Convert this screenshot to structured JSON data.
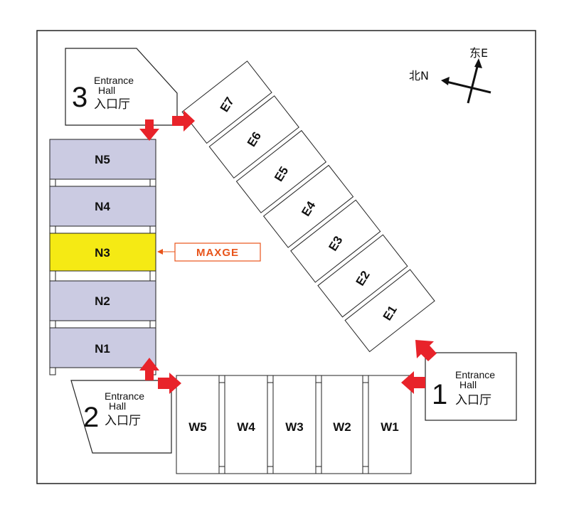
{
  "map": {
    "north_halls": [
      "N5",
      "N4",
      "N3",
      "N2",
      "N1"
    ],
    "highlighted_hall": "N3",
    "west_halls": [
      "W5",
      "W4",
      "W3",
      "W2",
      "W1"
    ],
    "east_halls": [
      "E7",
      "E6",
      "E5",
      "E4",
      "E3",
      "E2",
      "E1"
    ],
    "brand_label": "MAXGE",
    "entrances": [
      {
        "number": "1",
        "word_1": "Entrance",
        "word_2": "Hall",
        "chinese": "入口厅"
      },
      {
        "number": "2",
        "word_1": "Entrance",
        "word_2": "Hall",
        "chinese": "入口厅"
      },
      {
        "number": "3",
        "word_1": "Entrance",
        "word_2": "Hall",
        "chinese": "入口厅"
      }
    ],
    "compass": {
      "east_label": "东E",
      "north_label": "北N"
    },
    "colors": {
      "north_hall_fill": "#cbcbe2",
      "highlight_fill": "#f5ea14",
      "arrow": "#e8232a",
      "brand": "#e8541a",
      "outline": "#222222"
    }
  }
}
